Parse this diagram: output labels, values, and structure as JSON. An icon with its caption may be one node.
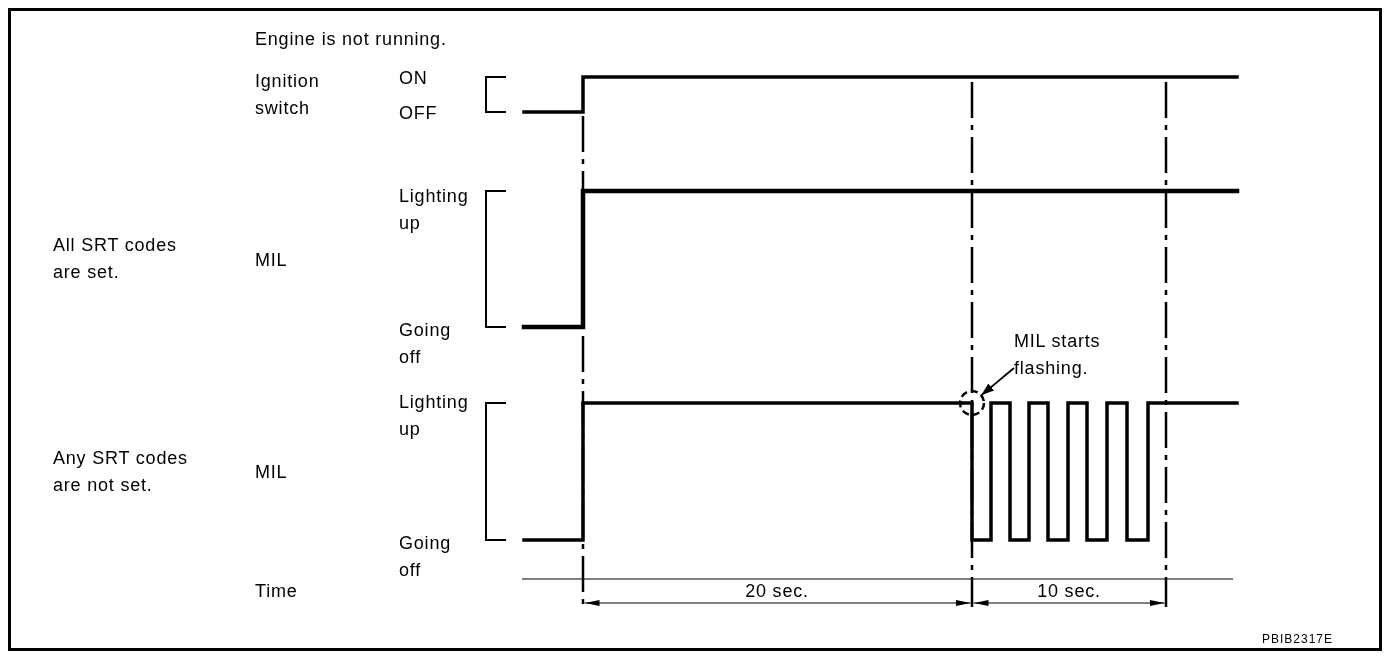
{
  "diagram": {
    "nodes": [
      {
        "text": [
          "MIL starts flashing."
        ]
      },
      {
        "text": [],
        "shape": "circle"
      }
    ],
    "edges": [
      {
        "from": 0,
        "to": 1,
        "arrow": "to"
      }
    ],
    "labels": [
      "Engine is not running.",
      "Ignition switch",
      "ON",
      "OFF",
      "Lighting up",
      "All SRT codes are set.",
      "MIL",
      "Going off",
      "Lighting up",
      "Any SRT codes are not set.",
      "MIL",
      "Going off",
      "Time",
      "20 sec.",
      "10 sec.",
      "PBIB2317E"
    ]
  }
}
